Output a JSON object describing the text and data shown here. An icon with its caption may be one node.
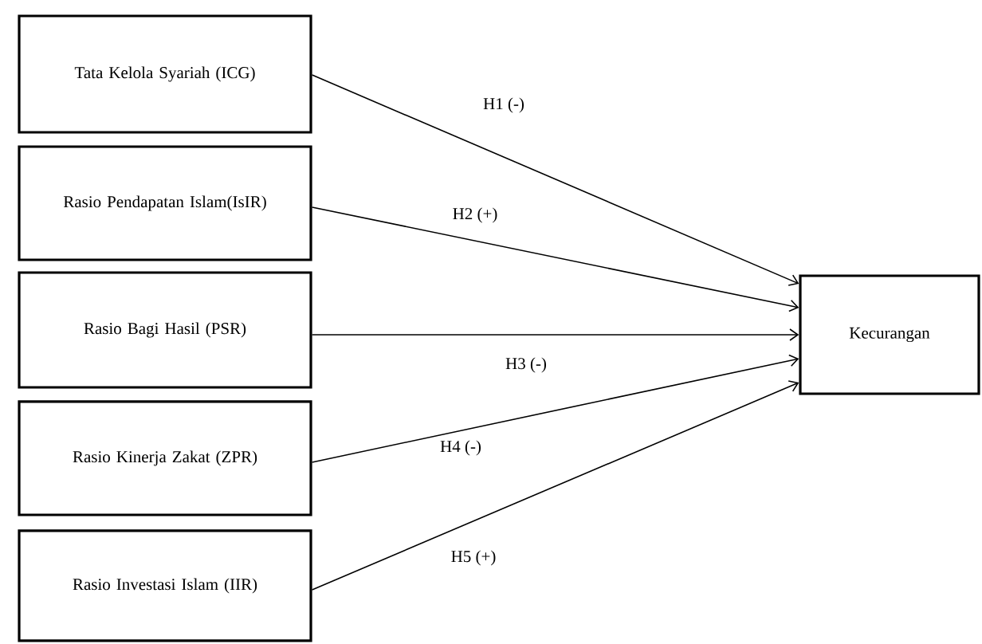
{
  "diagram": {
    "nodes": [
      {
        "text": [
          "Tata Kelola Syariah (ICG)"
        ]
      },
      {
        "text": [
          "Rasio Pendapatan Islam(IsIR)"
        ]
      },
      {
        "text": [
          "Rasio Bagi Hasil (PSR)"
        ]
      },
      {
        "text": [
          "Rasio Kinerja Zakat (ZPR)"
        ]
      },
      {
        "text": [
          "Rasio Investasi Islam (IIR)"
        ]
      },
      {
        "text": [
          "Kecurangan"
        ]
      }
    ],
    "edges": [
      {
        "from": 0,
        "to": 5,
        "arrow": "to",
        "label": "H1 (-)"
      },
      {
        "from": 1,
        "to": 5,
        "arrow": "to",
        "label": "H2 (+)"
      },
      {
        "from": 2,
        "to": 5,
        "arrow": "to",
        "label": "H3 (-)"
      },
      {
        "from": 3,
        "to": 5,
        "arrow": "to",
        "label": "H4 (-)"
      },
      {
        "from": 4,
        "to": 5,
        "arrow": "to",
        "label": "H5 (+)"
      }
    ]
  }
}
